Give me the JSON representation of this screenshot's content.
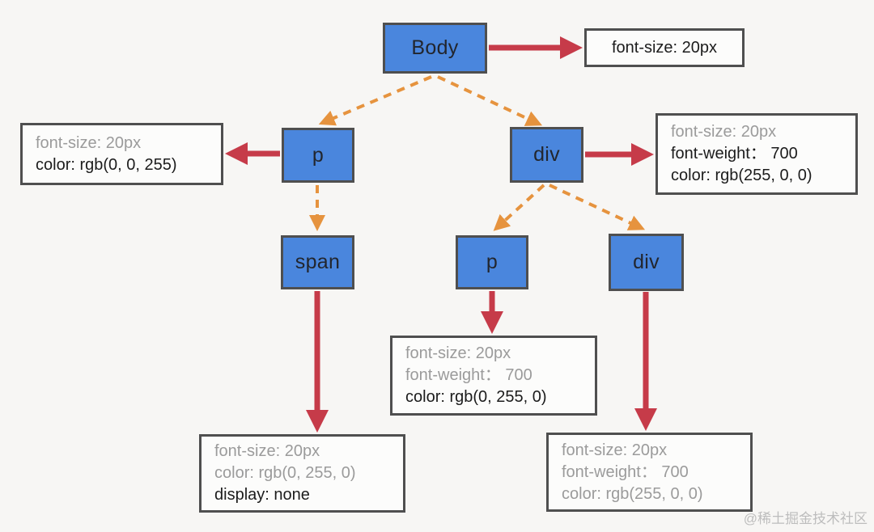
{
  "diagram": {
    "description": "CSS inheritance DOM tree",
    "nodes": [
      {
        "id": "body",
        "label": "Body"
      },
      {
        "id": "p1",
        "label": "p"
      },
      {
        "id": "div1",
        "label": "div"
      },
      {
        "id": "span1",
        "label": "span"
      },
      {
        "id": "p2",
        "label": "p"
      },
      {
        "id": "div2",
        "label": "div"
      }
    ],
    "tree_edges": [
      {
        "from": "body",
        "to": "p1"
      },
      {
        "from": "body",
        "to": "div1"
      },
      {
        "from": "p1",
        "to": "span1"
      },
      {
        "from": "div1",
        "to": "p2"
      },
      {
        "from": "div1",
        "to": "div2"
      }
    ],
    "rule_boxes": [
      {
        "node": "body",
        "lines": [
          {
            "text": "font-size: 20px",
            "muted": false
          }
        ]
      },
      {
        "node": "p1",
        "lines": [
          {
            "text": "font-size: 20px",
            "muted": true
          },
          {
            "text": "color: rgb(0, 0, 255)",
            "muted": false
          }
        ]
      },
      {
        "node": "div1",
        "lines": [
          {
            "text": "font-size: 20px",
            "muted": true
          },
          {
            "text": "font-weight： 700",
            "muted": false
          },
          {
            "text": "color: rgb(255, 0, 0)",
            "muted": false
          }
        ]
      },
      {
        "node": "span1",
        "lines": [
          {
            "text": "font-size: 20px",
            "muted": true
          },
          {
            "text": "color: rgb(0, 255, 0)",
            "muted": true
          },
          {
            "text": "display: none",
            "muted": false
          }
        ]
      },
      {
        "node": "p2",
        "lines": [
          {
            "text": "font-size: 20px",
            "muted": true
          },
          {
            "text": "font-weight： 700",
            "muted": true
          },
          {
            "text": "color: rgb(0, 255, 0)",
            "muted": false
          }
        ]
      },
      {
        "node": "div2",
        "lines": [
          {
            "text": "font-size: 20px",
            "muted": true
          },
          {
            "text": "font-weight： 700",
            "muted": true
          },
          {
            "text": "color: rgb(255, 0, 0)",
            "muted": true
          }
        ]
      }
    ],
    "colors": {
      "node_fill": "#4a86dd",
      "box_border": "#4f4f4f",
      "style_arrow_red": "#c63b49",
      "tree_arrow_orange": "#e6933e",
      "muted_text": "#9b9b9b",
      "text": "#1c1c1c",
      "background": "#f7f6f4"
    },
    "watermark": "@稀土掘金技术社区"
  }
}
